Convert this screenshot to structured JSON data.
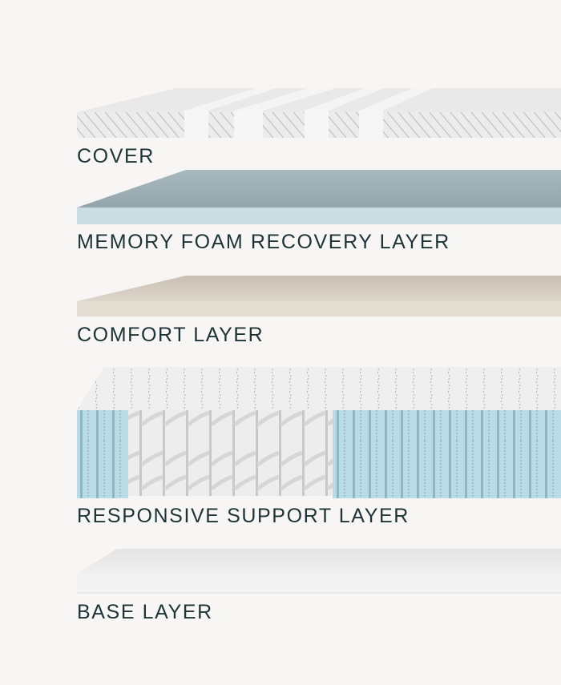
{
  "layers": [
    {
      "label": "COVER"
    },
    {
      "label": "MEMORY FOAM RECOVERY LAYER"
    },
    {
      "label": "COMFORT LAYER"
    },
    {
      "label": "RESPONSIVE SUPPORT LAYER"
    },
    {
      "label": "BASE LAYER"
    }
  ],
  "colors": {
    "background": "#f7f6f4",
    "text": "#1d3337",
    "memory_foam": "#c9dde3",
    "comfort": "#e3ddd1",
    "coil_pocket_blue": "#b8dbe6",
    "coil_pocket_white": "#eeeeee"
  }
}
